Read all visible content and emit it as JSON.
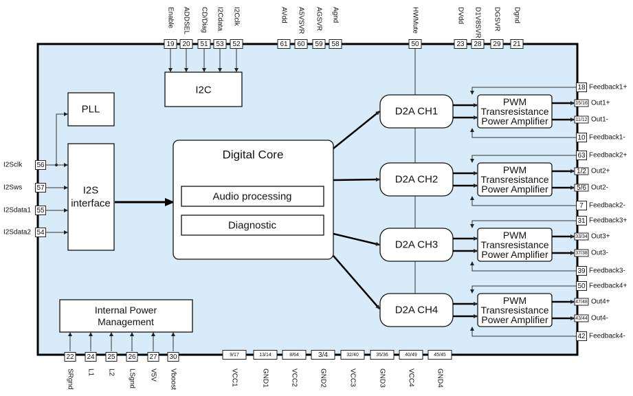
{
  "blocks": {
    "i2c": "I2C",
    "pll": "PLL",
    "i2s_line1": "I2S",
    "i2s_line2": "interface",
    "digital_core": "Digital Core",
    "audio_processing": "Audio processing",
    "diagnostic": "Diagnostic",
    "power_line1": "Internal Power",
    "power_line2": "Management",
    "d2a": [
      "D2A CH1",
      "D2A CH2",
      "D2A CH3",
      "D2A CH4"
    ],
    "pwm_line1": "PWM",
    "pwm_line2": "Transresistance",
    "pwm_line3": "Power Amplifier"
  },
  "pins": {
    "top": [
      {
        "num": "19",
        "name": "Enable"
      },
      {
        "num": "20",
        "name": "ADDSEL"
      },
      {
        "num": "51",
        "name": "CD/Diag"
      },
      {
        "num": "53",
        "name": "I2Cdata"
      },
      {
        "num": "52",
        "name": "I2Cclk"
      },
      {
        "num": "61",
        "name": "AVdd"
      },
      {
        "num": "60",
        "name": "A5VSVR"
      },
      {
        "num": "59",
        "name": "AGSVR"
      },
      {
        "num": "58",
        "name": "Agnd"
      },
      {
        "num": "50",
        "name": "HWMute"
      },
      {
        "num": "23",
        "name": "DVdd"
      },
      {
        "num": "28",
        "name": "D1V8SVR"
      },
      {
        "num": "29",
        "name": "DGSVR"
      },
      {
        "num": "21",
        "name": "Dgnd"
      }
    ],
    "left": [
      {
        "num": "56",
        "name": "I2Sclk"
      },
      {
        "num": "57",
        "name": "I2Sws"
      },
      {
        "num": "55",
        "name": "I2Sdata1"
      },
      {
        "num": "54",
        "name": "I2Sdata2"
      }
    ],
    "bottom": [
      {
        "num": "22",
        "name": "SRgnd"
      },
      {
        "num": "24",
        "name": "L1"
      },
      {
        "num": "25",
        "name": "L2"
      },
      {
        "num": "26",
        "name": "LSgnd"
      },
      {
        "num": "27",
        "name": "V5V"
      },
      {
        "num": "30",
        "name": "Vboost"
      },
      {
        "num": "9/17",
        "name": "VCC1"
      },
      {
        "num": "13/14",
        "name": "GND1"
      },
      {
        "num": "8/64",
        "name": "VCC2"
      },
      {
        "num": "3/4",
        "name": "GND2"
      },
      {
        "num": "32/40",
        "name": "VCC3"
      },
      {
        "num": "35/36",
        "name": "GND3"
      },
      {
        "num": "40/49",
        "name": "VCC4"
      },
      {
        "num": "45/45",
        "name": "GND4"
      }
    ],
    "right": [
      {
        "num": "18",
        "name": "Feedback1+"
      },
      {
        "num": "15/16",
        "name": "Out1+"
      },
      {
        "num": "11/12",
        "name": "Out1-"
      },
      {
        "num": "10",
        "name": "Feedback1-"
      },
      {
        "num": "63",
        "name": "Feedback2+"
      },
      {
        "num": "1/2",
        "name": "Out2+"
      },
      {
        "num": "5/6",
        "name": "Out2-"
      },
      {
        "num": "7",
        "name": "Feedback2-"
      },
      {
        "num": "31",
        "name": "Feedback3+"
      },
      {
        "num": "33/34",
        "name": "Out3+"
      },
      {
        "num": "37/38",
        "name": "Out3-"
      },
      {
        "num": "39",
        "name": "Feedback3-"
      },
      {
        "num": "50",
        "name": "Feedback4+"
      },
      {
        "num": "47/48",
        "name": "Out4+"
      },
      {
        "num": "43/44",
        "name": "Out4-"
      },
      {
        "num": "42",
        "name": "Feedback4-"
      }
    ]
  },
  "colors": {
    "chip_fill": "#d7ecf8",
    "outline": "#000000"
  }
}
